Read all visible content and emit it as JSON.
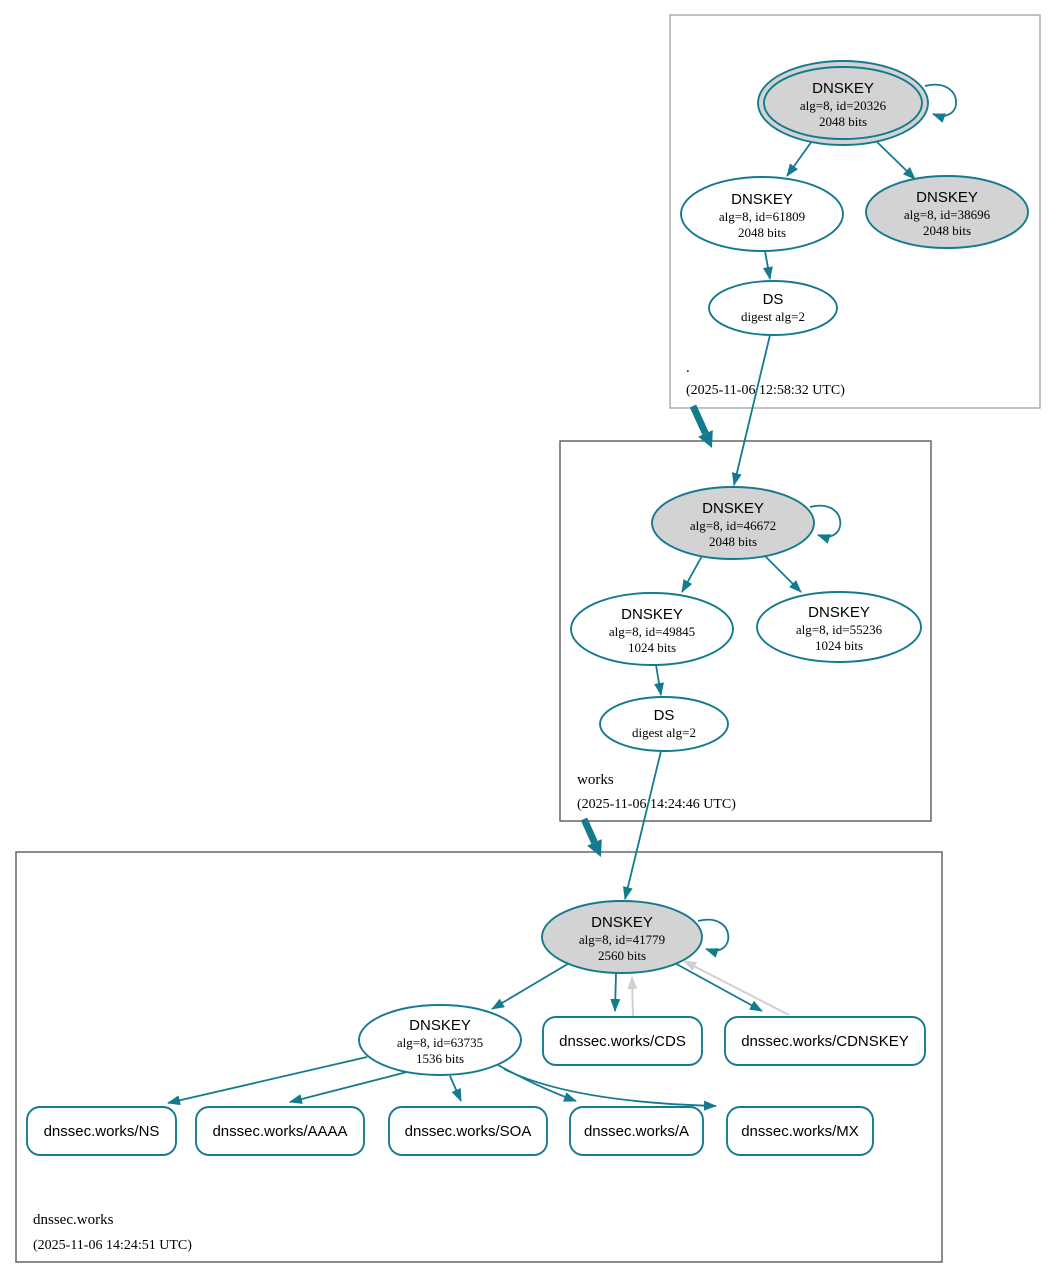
{
  "colors": {
    "edge_teal": "#147a8e",
    "edge_gray": "#d0d0d0",
    "node_fill_gray": "#d3d3d3",
    "node_fill_white": "#ffffff",
    "zone_border": "#5a5a5a",
    "zone_border_root": "#a9a9a9",
    "text": "#000000"
  },
  "zones": [
    {
      "name": ".",
      "timestamp": "(2025-11-06 12:58:32 UTC)",
      "nodes": {
        "ksk": {
          "title": "DNSKEY",
          "detail": "alg=8, id=20326",
          "bits": "2048 bits"
        },
        "zsk": {
          "title": "DNSKEY",
          "detail": "alg=8, id=61809",
          "bits": "2048 bits"
        },
        "zsk2": {
          "title": "DNSKEY",
          "detail": "alg=8, id=38696",
          "bits": "2048 bits"
        },
        "ds": {
          "title": "DS",
          "detail": "digest alg=2"
        }
      }
    },
    {
      "name": "works",
      "timestamp": "(2025-11-06 14:24:46 UTC)",
      "nodes": {
        "ksk": {
          "title": "DNSKEY",
          "detail": "alg=8, id=46672",
          "bits": "2048 bits"
        },
        "zsk": {
          "title": "DNSKEY",
          "detail": "alg=8, id=49845",
          "bits": "1024 bits"
        },
        "zsk2": {
          "title": "DNSKEY",
          "detail": "alg=8, id=55236",
          "bits": "1024 bits"
        },
        "ds": {
          "title": "DS",
          "detail": "digest alg=2"
        }
      }
    },
    {
      "name": "dnssec.works",
      "timestamp": "(2025-11-06 14:24:51 UTC)",
      "nodes": {
        "ksk": {
          "title": "DNSKEY",
          "detail": "alg=8, id=41779",
          "bits": "2560 bits"
        },
        "zsk": {
          "title": "DNSKEY",
          "detail": "alg=8, id=63735",
          "bits": "1536 bits"
        },
        "rrsets": {
          "cds": "dnssec.works/CDS",
          "cdnskey": "dnssec.works/CDNSKEY",
          "ns": "dnssec.works/NS",
          "aaaa": "dnssec.works/AAAA",
          "soa": "dnssec.works/SOA",
          "a": "dnssec.works/A",
          "mx": "dnssec.works/MX"
        }
      }
    }
  ]
}
